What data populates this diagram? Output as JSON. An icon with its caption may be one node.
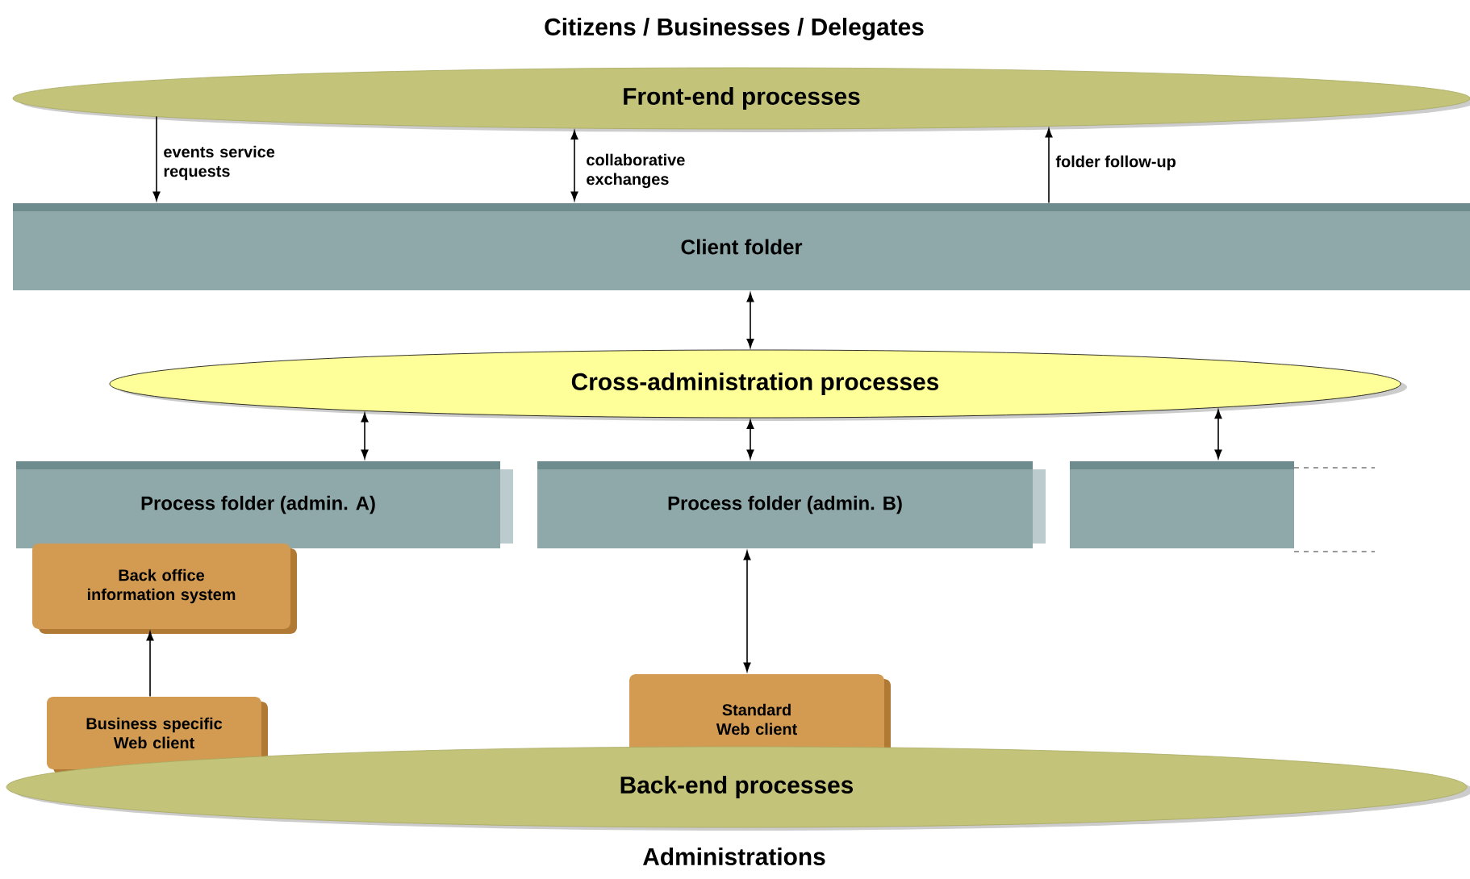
{
  "diagram": {
    "nodes": [
      {
        "text": [
          "Front-end processes"
        ]
      },
      {
        "text": [
          "Client folder"
        ]
      },
      {
        "text": [
          "Cross-administration processes"
        ]
      },
      {
        "text": [
          "Process folder (admin. A)"
        ]
      },
      {
        "text": [
          "Process folder (admin. B)"
        ]
      },
      {
        "text": [],
        "shape": "box"
      },
      {
        "text": [
          "Back office information system"
        ]
      },
      {
        "text": [
          "Business specific Web client"
        ]
      },
      {
        "text": [
          "Standard Web client"
        ]
      },
      {
        "text": [
          "Back-end processes"
        ]
      }
    ],
    "edges": [
      {
        "from": 0,
        "to": 1,
        "arrow": "to",
        "label": "events service requests"
      },
      {
        "from": 0,
        "to": 1,
        "arrow": "both",
        "label": "collaborative exchanges"
      },
      {
        "from": 1,
        "to": 0,
        "arrow": "to",
        "label": "folder follow-up"
      },
      {
        "from": 1,
        "to": 2,
        "arrow": "both"
      },
      {
        "from": 2,
        "to": 3,
        "arrow": "both"
      },
      {
        "from": 2,
        "to": 4,
        "arrow": "both"
      },
      {
        "from": 2,
        "to": 5,
        "arrow": "both"
      },
      {
        "from": 4,
        "to": 8,
        "arrow": "both"
      },
      {
        "from": 7,
        "to": 6,
        "arrow": "to"
      }
    ],
    "labels": [
      "Citizens / Businesses / Delegates",
      "Administrations"
    ]
  }
}
